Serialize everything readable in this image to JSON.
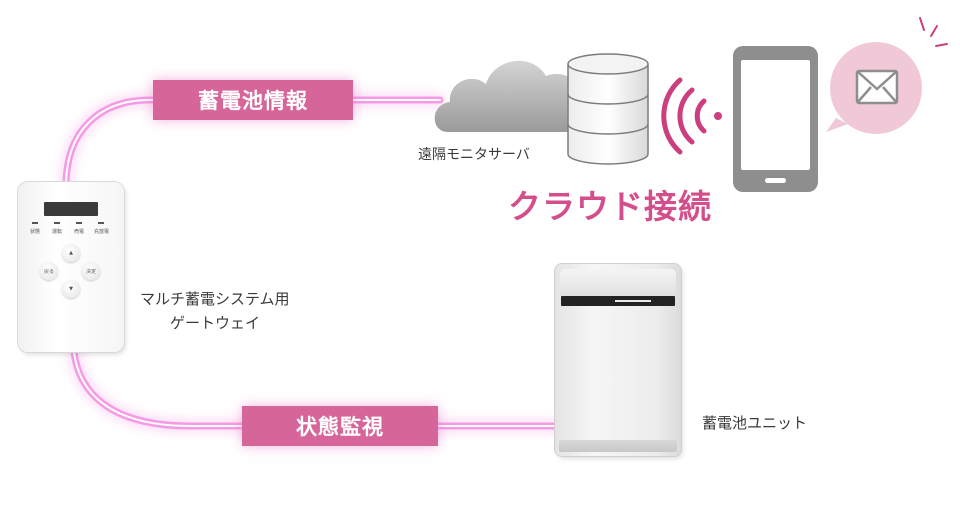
{
  "labels": {
    "battery_info": "蓄電池情報",
    "status_monitor": "状態監視",
    "cloud_connection": "クラウド接続"
  },
  "components": {
    "server": "遠隔モニタサーバ",
    "gateway_line1": "マルチ蓄電システム用",
    "gateway_line2": "ゲートウェイ",
    "battery_unit": "蓄電池ユニット"
  },
  "gateway_panel": {
    "status_labels": [
      "状態",
      "運転",
      "売電",
      "充放電"
    ],
    "return_button": "戻る",
    "enter_button": "決定"
  },
  "colors": {
    "accent_pink": "#d6669a",
    "cloud_text": "#d44e8c",
    "glow": "#f59be6",
    "device_gray": "#8e8e8e"
  },
  "icons": [
    "cloud-icon",
    "database-icon",
    "wifi-signal-icon",
    "smartphone-icon",
    "mail-icon",
    "gateway-device",
    "battery-unit"
  ]
}
